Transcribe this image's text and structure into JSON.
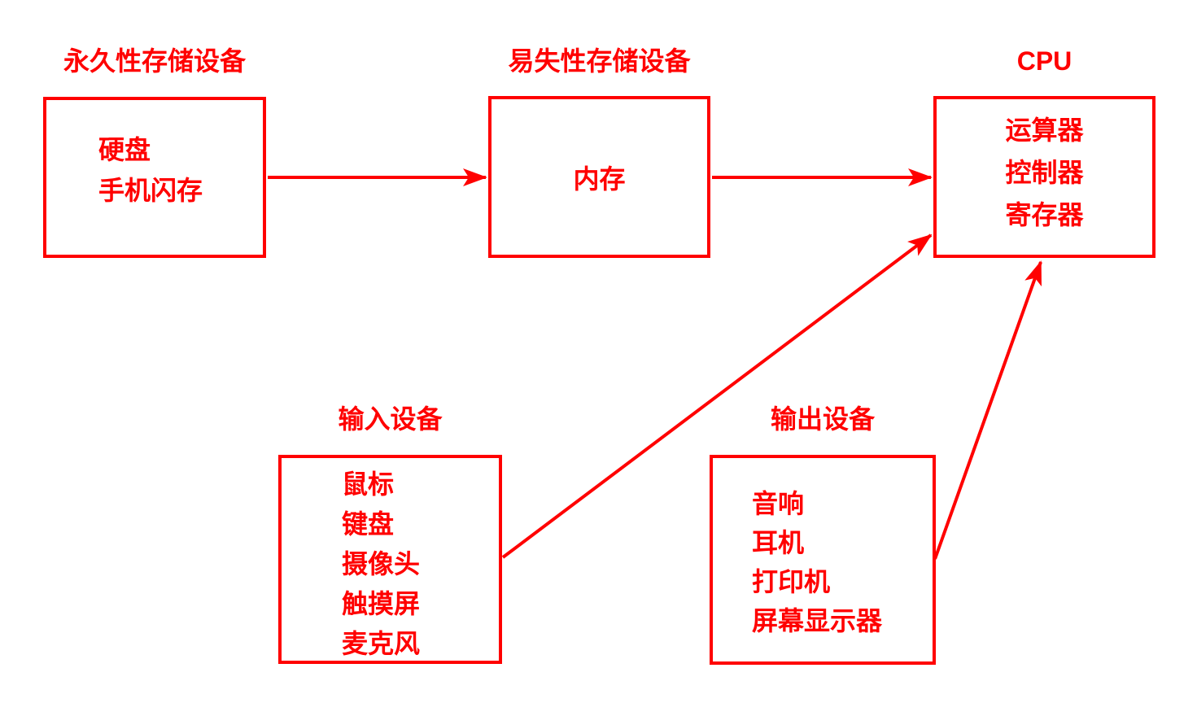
{
  "colors": {
    "accent": "#FF0000",
    "background": "#FFFFFF"
  },
  "nodes": {
    "permanent": {
      "title": "永久性存储设备",
      "items": [
        "硬盘",
        "手机闪存"
      ]
    },
    "volatile": {
      "title": "易失性存储设备",
      "items": [
        "内存"
      ]
    },
    "cpu": {
      "title": "CPU",
      "items": [
        "运算器",
        "控制器",
        "寄存器"
      ]
    },
    "input": {
      "title": "输入设备",
      "items": [
        "鼠标",
        "键盘",
        "摄像头",
        "触摸屏",
        "麦克风"
      ]
    },
    "output": {
      "title": "输出设备",
      "items": [
        "音响",
        "耳机",
        "打印机",
        "屏幕显示器"
      ]
    }
  },
  "edges": [
    {
      "from": "永久性存储设备",
      "to": "易失性存储设备"
    },
    {
      "from": "易失性存储设备",
      "to": "CPU"
    },
    {
      "from": "输入设备",
      "to": "CPU"
    },
    {
      "from": "输出设备",
      "to": "CPU"
    }
  ]
}
